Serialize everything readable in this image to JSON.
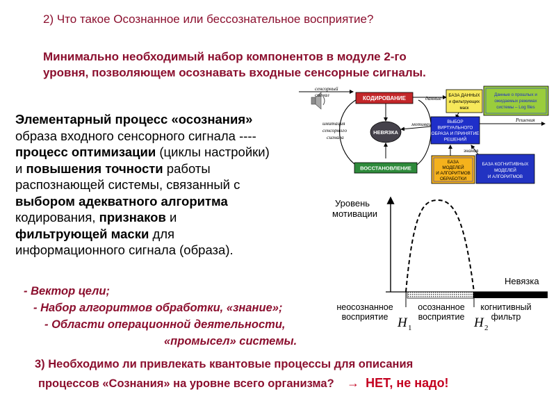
{
  "question2": "2) Что такое Осознанное или бессознательное восприятие?",
  "subtitle": {
    "line1": "Минимально необходимый набор компонентов в модуле 2-го",
    "line2": "уровня, позволяющем осознавать входные сенсорные сигналы."
  },
  "body": {
    "l1": "Элементарный процесс «осознания»",
    "l2a": "образа входного сенсорного сигнала  ----",
    "l3a": "процесс оптимизации",
    "l3b": " (циклы настройки)",
    "l4a": "и ",
    "l4b": "повышения точности",
    "l4c": " работы",
    "l5": "распознающей системы, связанный с",
    "l6": "выбором адекватного алгоритма",
    "l7a": "кодирования, ",
    "l7b": "признаков",
    "l7c": "  и",
    "l8a": "фильтрующей маски",
    "l8b": " для",
    "l9": "информационного сигнала (образа)."
  },
  "list": {
    "i1": "- Вектор цели;",
    "i2": "- Набор алгоритмов обработки, «знание»;",
    "i3": "- Области операционной деятельности,",
    "i4": "«промысел» системы."
  },
  "question3": {
    "line1": "3) Необходимо ли привлекать квантовые процессы для описания",
    "line2": "процессов «Сознания» на уровне всего организма?",
    "arrow": "→",
    "answer": "НЕТ, не надо!"
  },
  "diagram": {
    "sensory_signal": [
      "сенсорный",
      "сигнал"
    ],
    "imitation": [
      "имитация",
      "сенсорного",
      "сигнала"
    ],
    "coding": "КОДИРОВАНИЕ",
    "mismatch": "НЕВЯЗКА",
    "restoration": "ВОССТАНОВЛЕНИЕ",
    "data": "данные",
    "motivation": "мотивация",
    "knowledge": "знания",
    "decisions": "Решения",
    "data_base": [
      "БАЗА ДАННЫХ",
      "и фильтрующих",
      "маск"
    ],
    "past_data": [
      "Данные о прошлых и",
      "ожидаемых режимах",
      "системы – Log files"
    ],
    "choice": [
      "ВЫБОР",
      "ВИРТУАЛЬНОГО",
      "ОБРАЗА И ПРИНЯТИЕ",
      "РЕШЕНИЙ"
    ],
    "models_base": [
      "БАЗА",
      "МОДЕЛЕЙ",
      "И АЛГОРИТМОВ",
      "ОБРАБОТКИ"
    ],
    "cognitive_base": [
      "БАЗА КОГНИТИВНЫХ",
      "МОДЕЛЕЙ",
      "И АЛГОРИТМОВ"
    ],
    "colors": {
      "coding_fill": "#c3272a",
      "mismatch_fill": "#45424b",
      "restoration_fill": "#2e8a3b",
      "database_fill": "#f7e85a",
      "past_data_fill": "#9acd3c",
      "choice_fill": "#1f2fc9",
      "models_fill": "#f5b21c",
      "cognitive_fill": "#2233c2"
    }
  },
  "motivation_chart": {
    "ylabel": [
      "Уровень",
      "мотивации"
    ],
    "xlabel": "Невязка",
    "h1": "H",
    "h1_sub": "1",
    "h2": "H",
    "h2_sub": "2",
    "zone1": [
      "неосознанное",
      "восприятие"
    ],
    "zone2": [
      "осознанное",
      "восприятие"
    ],
    "zone3": [
      "когнитивный",
      "фильтр"
    ]
  }
}
